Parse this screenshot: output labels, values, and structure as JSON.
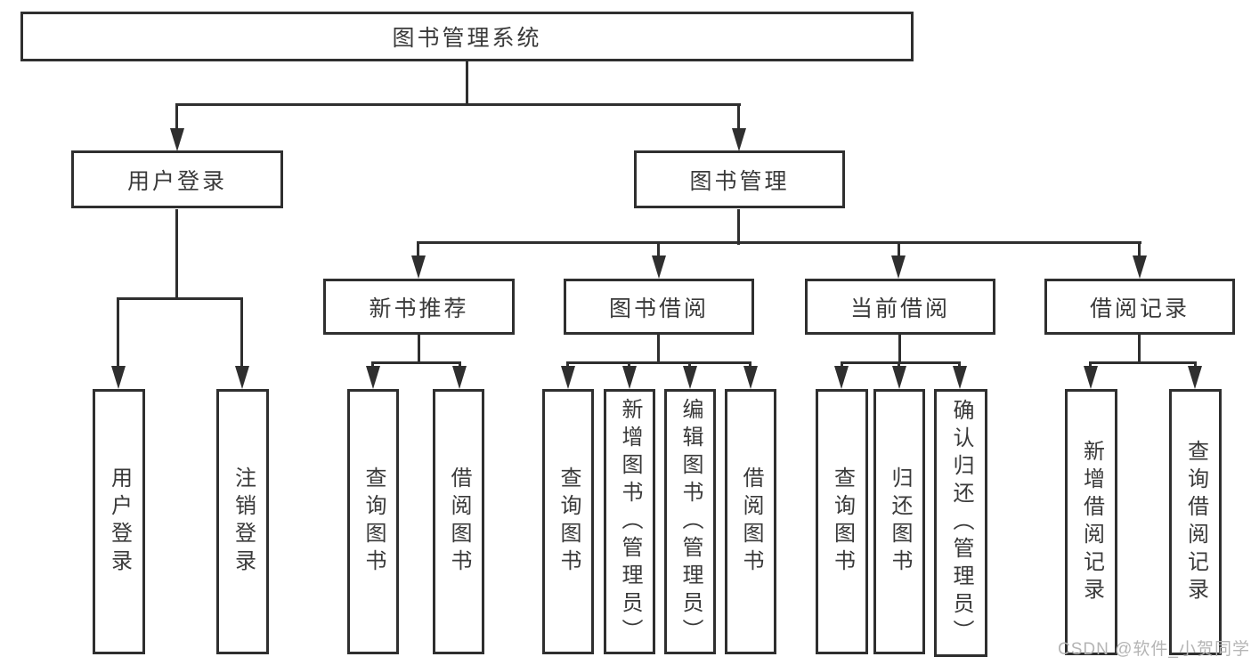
{
  "tree": {
    "root": {
      "label": "图书管理系统",
      "children": [
        {
          "label": "用户登录",
          "children": [
            {
              "label": "用户登录"
            },
            {
              "label": "注销登录"
            }
          ]
        },
        {
          "label": "图书管理",
          "children": [
            {
              "label": "新书推荐",
              "children": [
                {
                  "label": "查询图书"
                },
                {
                  "label": "借阅图书"
                }
              ]
            },
            {
              "label": "图书借阅",
              "children": [
                {
                  "label": "查询图书"
                },
                {
                  "label": "新增图书（管理员）"
                },
                {
                  "label": "编辑图书（管理员）"
                },
                {
                  "label": "借阅图书"
                }
              ]
            },
            {
              "label": "当前借阅",
              "children": [
                {
                  "label": "查询图书"
                },
                {
                  "label": "归还图书"
                },
                {
                  "label": "确认归还（管理员）"
                }
              ]
            },
            {
              "label": "借阅记录",
              "children": [
                {
                  "label": "新增借阅记录"
                },
                {
                  "label": "查询借阅记录"
                }
              ]
            }
          ]
        }
      ]
    }
  },
  "watermark": {
    "text": "CSDN @软件_小贺同学"
  },
  "colors": {
    "line": "#2f2f2f",
    "text": "#3a3a3a",
    "watermark_text": "#b5b5b5",
    "background": "#ffffff"
  }
}
